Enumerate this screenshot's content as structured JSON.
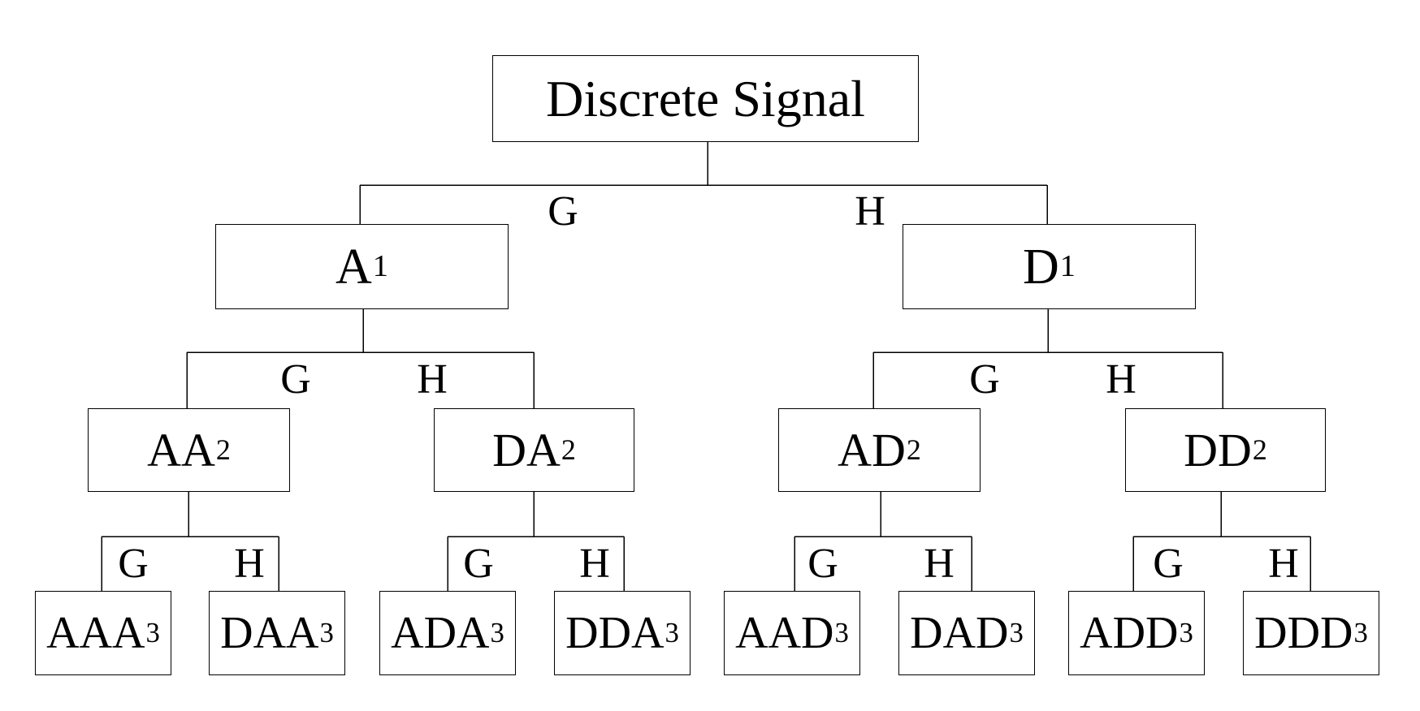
{
  "tree": {
    "root": {
      "label": "Discrete Signal",
      "sub": ""
    },
    "level1": [
      {
        "label": "A",
        "sub": "1"
      },
      {
        "label": "D",
        "sub": "1"
      }
    ],
    "level2": [
      {
        "label": "AA",
        "sub": "2"
      },
      {
        "label": "DA",
        "sub": "2"
      },
      {
        "label": "AD",
        "sub": "2"
      },
      {
        "label": "DD",
        "sub": "2"
      }
    ],
    "level3": [
      {
        "label": "AAA",
        "sub": "3"
      },
      {
        "label": "DAA",
        "sub": "3"
      },
      {
        "label": "ADA",
        "sub": "3"
      },
      {
        "label": "DDA",
        "sub": "3"
      },
      {
        "label": "AAD",
        "sub": "3"
      },
      {
        "label": "DAD",
        "sub": "3"
      },
      {
        "label": "ADD",
        "sub": "3"
      },
      {
        "label": "DDD",
        "sub": "3"
      }
    ]
  },
  "filters": {
    "lowpass": "G",
    "highpass": "H"
  }
}
